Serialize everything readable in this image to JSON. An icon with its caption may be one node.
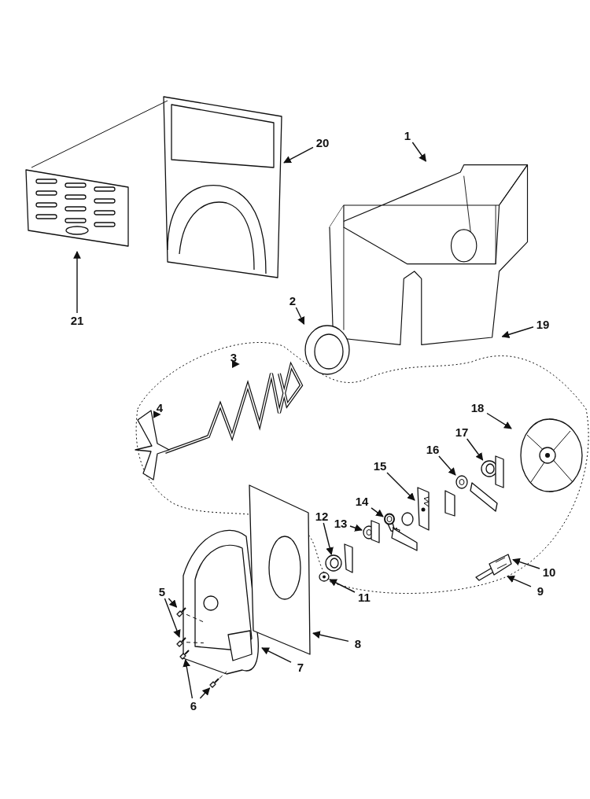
{
  "diagram": {
    "nodes": [
      {
        "text": [
          "1"
        ]
      },
      {
        "text": [
          "2"
        ]
      },
      {
        "text": [
          "3"
        ],
        "in": 41
      },
      {
        "text": [
          "4"
        ],
        "in": 41
      },
      {
        "text": [
          "5"
        ]
      },
      {
        "text": [
          "6"
        ]
      },
      {
        "text": [
          "7"
        ]
      },
      {
        "text": [
          "8"
        ]
      },
      {
        "text": [
          "9"
        ]
      },
      {
        "text": [
          "10"
        ]
      },
      {
        "text": [
          "11"
        ]
      },
      {
        "text": [
          "12"
        ],
        "in": 41
      },
      {
        "text": [
          "13"
        ],
        "in": 41
      },
      {
        "text": [
          "14"
        ],
        "in": 41
      },
      {
        "text": [
          "15"
        ],
        "in": 41
      },
      {
        "text": [
          "16"
        ],
        "in": 41
      },
      {
        "text": [
          "17"
        ],
        "in": 41
      },
      {
        "text": [
          "18"
        ],
        "in": 41
      },
      {
        "text": [
          "19"
        ]
      },
      {
        "text": [
          "20"
        ]
      },
      {
        "text": [
          "21"
        ]
      },
      {
        "text": [],
        "shape": "picture"
      },
      {
        "text": [],
        "shape": "picture"
      },
      {
        "text": [],
        "shape": "picture",
        "in": 41
      },
      {
        "text": [],
        "shape": "picture",
        "in": 41
      },
      {
        "text": [],
        "shape": "picture"
      },
      {
        "text": [],
        "shape": "picture"
      },
      {
        "text": [],
        "shape": "picture"
      },
      {
        "text": [],
        "shape": "picture"
      },
      {
        "text": [],
        "shape": "picture"
      },
      {
        "text": [],
        "shape": "picture"
      },
      {
        "text": [],
        "shape": "picture",
        "in": 41
      },
      {
        "text": [],
        "shape": "picture",
        "in": 41
      },
      {
        "text": [],
        "shape": "picture",
        "in": 41
      },
      {
        "text": [],
        "shape": "picture",
        "in": 41
      },
      {
        "text": [],
        "shape": "picture",
        "in": 41
      },
      {
        "text": [],
        "shape": "picture",
        "in": 41
      },
      {
        "text": [],
        "shape": "picture",
        "in": 41
      },
      {
        "text": [],
        "shape": "picture",
        "in": 41
      },
      {
        "text": [],
        "shape": "picture",
        "in": 41
      },
      {
        "text": [],
        "shape": "picture",
        "in": 41
      },
      {
        "text": [],
        "shape": "picture"
      },
      {
        "text": [],
        "shape": "picture"
      },
      {
        "text": [],
        "shape": "picture"
      }
    ],
    "edges": [
      {
        "from": 0,
        "to": 21,
        "arrow": "to"
      },
      {
        "from": 1,
        "to": 22,
        "arrow": "to"
      },
      {
        "from": 2,
        "to": 23,
        "arrow": "to"
      },
      {
        "from": 3,
        "to": 24,
        "arrow": "to"
      },
      {
        "from": 4,
        "to": 25,
        "arrow": "to"
      },
      {
        "from": 4,
        "to": 26,
        "arrow": "to"
      },
      {
        "from": 5,
        "to": 27,
        "arrow": "to"
      },
      {
        "from": 5,
        "to": 28,
        "arrow": "to"
      },
      {
        "from": 6,
        "to": 29,
        "arrow": "to"
      },
      {
        "from": 7,
        "to": 30,
        "arrow": "to"
      },
      {
        "from": 8,
        "to": 31,
        "arrow": "to"
      },
      {
        "from": 9,
        "to": 32,
        "arrow": "to"
      },
      {
        "from": 10,
        "to": 33,
        "arrow": "to"
      },
      {
        "from": 11,
        "to": 34,
        "arrow": "to"
      },
      {
        "from": 12,
        "to": 35,
        "arrow": "to"
      },
      {
        "from": 13,
        "to": 36,
        "arrow": "to"
      },
      {
        "from": 14,
        "to": 37,
        "arrow": "to"
      },
      {
        "from": 15,
        "to": 38,
        "arrow": "to"
      },
      {
        "from": 16,
        "to": 39,
        "arrow": "to"
      },
      {
        "from": 17,
        "to": 40,
        "arrow": "to"
      },
      {
        "from": 18,
        "to": 41,
        "arrow": "to"
      },
      {
        "from": 19,
        "to": 42,
        "arrow": "to"
      },
      {
        "from": 20,
        "to": 43,
        "arrow": "to"
      },
      {
        "from": 43,
        "to": 42,
        "arrow": "none"
      },
      {
        "from": 25,
        "to": 29,
        "arrow": "none",
        "style": "dashed"
      },
      {
        "from": 26,
        "to": 29,
        "arrow": "none",
        "style": "dashed"
      },
      {
        "from": 28,
        "to": 29,
        "arrow": "none",
        "style": "dashed"
      }
    ]
  }
}
